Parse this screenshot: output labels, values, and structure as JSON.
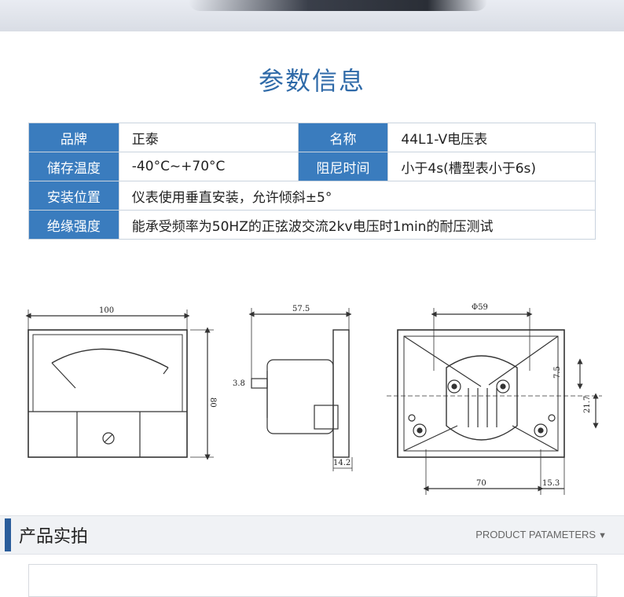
{
  "title": "参数信息",
  "params": {
    "brand_label": "品牌",
    "brand_value": "正泰",
    "name_label": "名称",
    "name_value": "44L1-V电压表",
    "storage_label": "储存温度",
    "storage_value": "-40°C~+70°C",
    "damping_label": "阻尼时间",
    "damping_value": "小于4s(槽型表小于6s)",
    "install_label": "安装位置",
    "install_value": "仪表使用垂直安装，允许倾斜±5°",
    "insulation_label": "绝缘强度",
    "insulation_value": "能承受频率为50HZ的正弦波交流2kv电压时1min的耐压测试"
  },
  "dims": {
    "front_width": "100",
    "front_height": "80",
    "side_depth": "57.5",
    "side_shaft": "3.8",
    "side_flange": "14.2",
    "rear_phi": "Φ59",
    "rear_a": "7.5",
    "rear_b": "21.7",
    "rear_c": "70",
    "rear_d": "15.3"
  },
  "section2": {
    "title": "产品实拍",
    "right": "PRODUCT PATAMETERS",
    "arrow": "▼"
  },
  "colors": {
    "accent": "#3a7cbe",
    "title": "#2f6aa8",
    "bar_accent": "#2a5d9b"
  }
}
